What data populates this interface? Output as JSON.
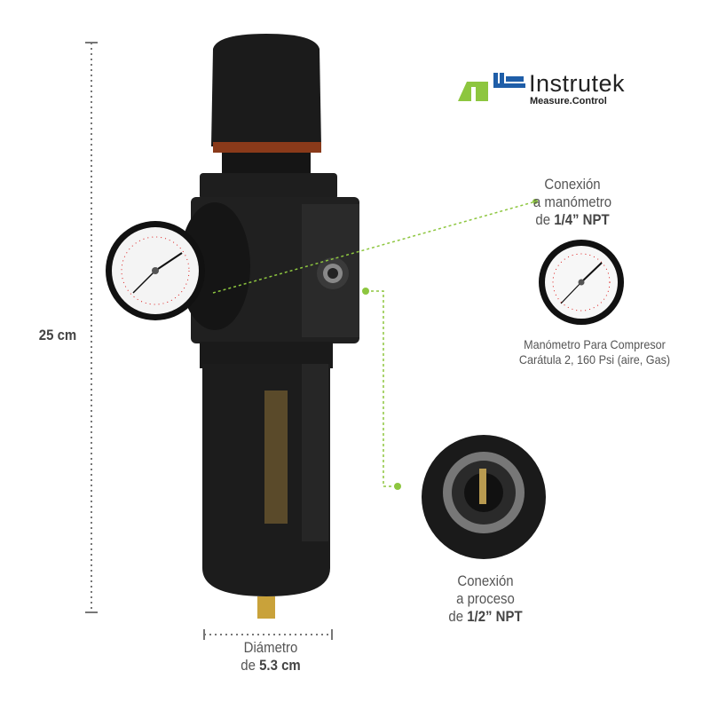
{
  "brand": {
    "name": "Instrutek",
    "tagline": "Measure.Control",
    "colors": {
      "green": "#8dc63f",
      "blue": "#1f5ea8",
      "text": "#222222"
    }
  },
  "dimensions": {
    "height_label": "25 cm",
    "diameter_line1": "Diámetro",
    "diameter_prefix": "de",
    "diameter_value": "5.3 cm"
  },
  "callouts": {
    "gauge_connection": {
      "line1": "Conexión",
      "line2": "a manómetro",
      "prefix": "de",
      "value": "1/4” NPT"
    },
    "process_connection": {
      "line1": "Conexión",
      "line2": "a proceso",
      "prefix": "de",
      "value": "1/2” NPT"
    }
  },
  "gauge_product": {
    "line1": "Manómetro Para Compresor",
    "line2": "Carátula 2, 160 Psi (aire, Gas)"
  },
  "accent_color": "#8dc63f"
}
